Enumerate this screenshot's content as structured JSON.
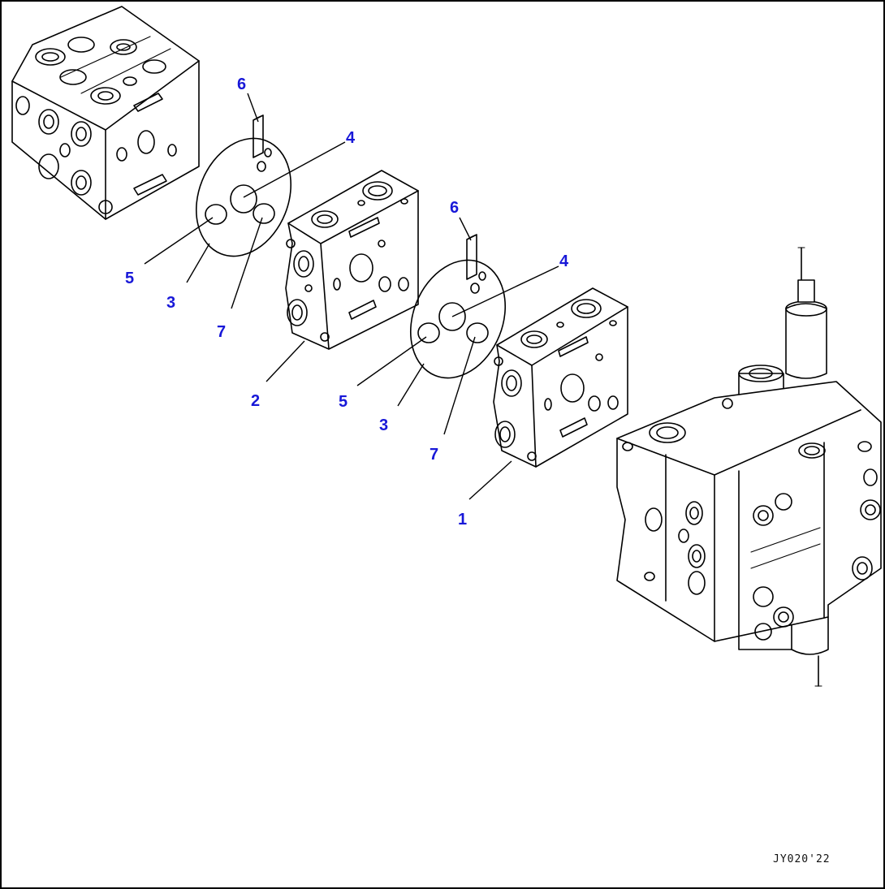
{
  "callouts": [
    {
      "id": "c6a",
      "text": "6"
    },
    {
      "id": "c4a",
      "text": "4"
    },
    {
      "id": "c5a",
      "text": "5"
    },
    {
      "id": "c3a",
      "text": "3"
    },
    {
      "id": "c7a",
      "text": "7"
    },
    {
      "id": "c2",
      "text": "2"
    },
    {
      "id": "c6b",
      "text": "6"
    },
    {
      "id": "c4b",
      "text": "4"
    },
    {
      "id": "c5b",
      "text": "5"
    },
    {
      "id": "c3b",
      "text": "3"
    },
    {
      "id": "c7b",
      "text": "7"
    },
    {
      "id": "c1",
      "text": "1"
    }
  ],
  "drawing_code": "JY020'22",
  "colors": {
    "callout": "#1818d8",
    "line": "#000000",
    "background": "#ffffff"
  }
}
